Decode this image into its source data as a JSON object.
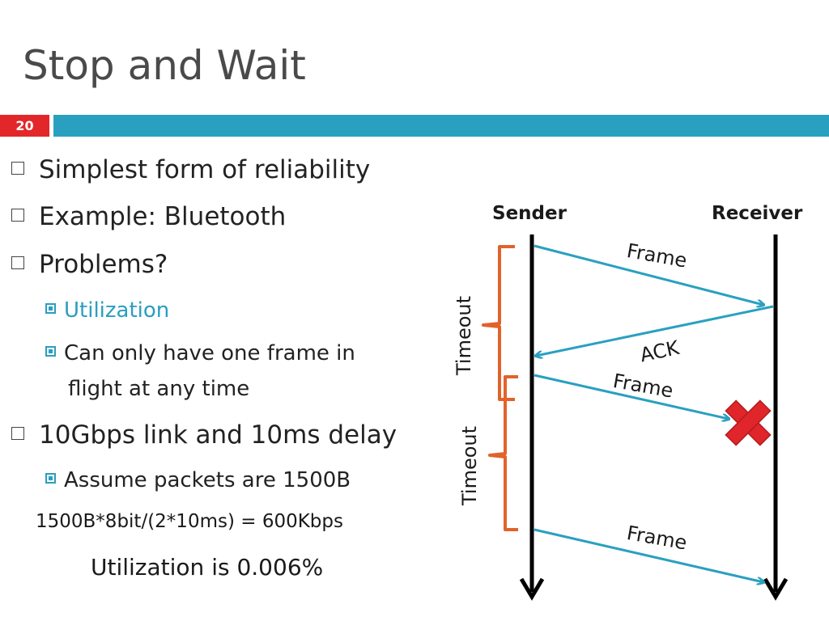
{
  "slide": {
    "title": "Stop and Wait",
    "number": "20"
  },
  "bullets": {
    "b1": "Simplest form of reliability",
    "b2": "Example: Bluetooth",
    "b3": "Problems?",
    "b3_sub1": "Utilization",
    "b3_sub2_line1": "Can only have one frame in",
    "b3_sub2_line2": "flight at any time",
    "b4": "10Gbps link and 10ms delay",
    "b4_sub1": "Assume packets are 1500B",
    "formula": "1500B*8bit/(2*10ms) = 600Kbps",
    "utilization": "Utilization is 0.006%"
  },
  "diagram": {
    "sender_label": "Sender",
    "receiver_label": "Receiver",
    "frame1": "Frame",
    "ack": "ACK",
    "frame2": "Frame",
    "frame3": "Frame",
    "timeout1": "Timeout",
    "timeout2": "Timeout",
    "colors": {
      "arrow": "#2aa0c0",
      "timeline": "#000000",
      "brace": "#e2622a",
      "lost": "#e0262a"
    }
  }
}
